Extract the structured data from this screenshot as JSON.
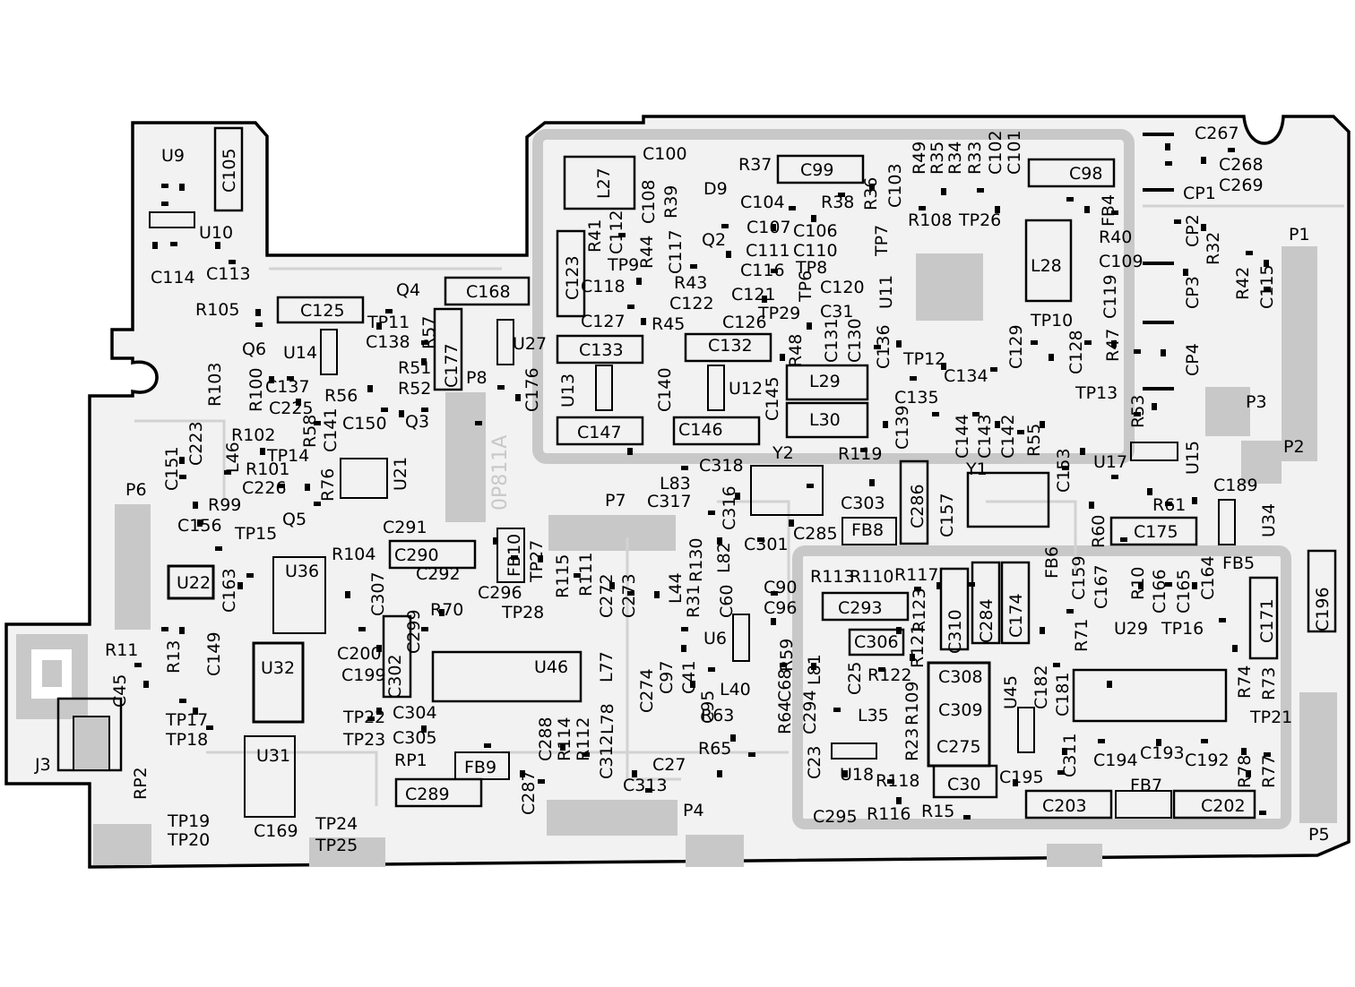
{
  "board_marking": "0P811A",
  "components": [
    {
      "ref": "U9"
    },
    {
      "ref": "C105",
      "rot": -90
    },
    {
      "ref": "U10"
    },
    {
      "ref": "C114"
    },
    {
      "ref": "C113"
    },
    {
      "ref": "R105"
    },
    {
      "ref": "C125"
    },
    {
      "ref": "Q4"
    },
    {
      "ref": "C168"
    },
    {
      "ref": "TP11"
    },
    {
      "ref": "Q6"
    },
    {
      "ref": "U14"
    },
    {
      "ref": "C138"
    },
    {
      "ref": "R57",
      "rot": -90
    },
    {
      "ref": "U27"
    },
    {
      "ref": "R51"
    },
    {
      "ref": "R52"
    },
    {
      "ref": "C177",
      "rot": -90
    },
    {
      "ref": "P8"
    },
    {
      "ref": "C176",
      "rot": -90
    },
    {
      "ref": "R103",
      "rot": -90
    },
    {
      "ref": "R100",
      "rot": -90
    },
    {
      "ref": "C137"
    },
    {
      "ref": "C225"
    },
    {
      "ref": "R56"
    },
    {
      "ref": "C150"
    },
    {
      "ref": "Q3"
    },
    {
      "ref": "R58",
      "rot": -90
    },
    {
      "ref": "C141",
      "rot": -90
    },
    {
      "ref": "C223",
      "rot": -90
    },
    {
      "ref": "R102"
    },
    {
      "ref": "C151",
      "rot": -90
    },
    {
      "ref": "L46",
      "rot": -90
    },
    {
      "ref": "TP14"
    },
    {
      "ref": "R101"
    },
    {
      "ref": "C226"
    },
    {
      "ref": "R76",
      "rot": -90
    },
    {
      "ref": "U21",
      "rot": -90
    },
    {
      "ref": "R99"
    },
    {
      "ref": "P6"
    },
    {
      "ref": "C156"
    },
    {
      "ref": "Q5"
    },
    {
      "ref": "TP15"
    },
    {
      "ref": "R104"
    },
    {
      "ref": "C291"
    },
    {
      "ref": "C290"
    },
    {
      "ref": "C292"
    },
    {
      "ref": "FB10",
      "rot": -90
    },
    {
      "ref": "TP27",
      "rot": -90
    },
    {
      "ref": "U22"
    },
    {
      "ref": "U36"
    },
    {
      "ref": "C163",
      "rot": -90
    },
    {
      "ref": "C307",
      "rot": -90
    },
    {
      "ref": "C299",
      "rot": -90
    },
    {
      "ref": "R70"
    },
    {
      "ref": "C296"
    },
    {
      "ref": "R115",
      "rot": -90
    },
    {
      "ref": "R111",
      "rot": -90
    },
    {
      "ref": "C272",
      "rot": -90
    },
    {
      "ref": "C273",
      "rot": -90
    },
    {
      "ref": "TP28"
    },
    {
      "ref": "R11"
    },
    {
      "ref": "R13",
      "rot": -90
    },
    {
      "ref": "C149",
      "rot": -90
    },
    {
      "ref": "U32"
    },
    {
      "ref": "C200"
    },
    {
      "ref": "C199"
    },
    {
      "ref": "C302",
      "rot": -90
    },
    {
      "ref": "U46"
    },
    {
      "ref": "L77",
      "rot": -90
    },
    {
      "ref": "C45",
      "rot": -90
    },
    {
      "ref": "TP17"
    },
    {
      "ref": "TP18"
    },
    {
      "ref": "TP22"
    },
    {
      "ref": "TP23"
    },
    {
      "ref": "C304"
    },
    {
      "ref": "C305"
    },
    {
      "ref": "L78",
      "rot": -90
    },
    {
      "ref": "C274",
      "rot": -90
    },
    {
      "ref": "J3"
    },
    {
      "ref": "U31"
    },
    {
      "ref": "RP2",
      "rot": -90
    },
    {
      "ref": "RP1"
    },
    {
      "ref": "FB9"
    },
    {
      "ref": "C288",
      "rot": -90
    },
    {
      "ref": "R114",
      "rot": -90
    },
    {
      "ref": "R112",
      "rot": -90
    },
    {
      "ref": "C312",
      "rot": -90
    },
    {
      "ref": "C27"
    },
    {
      "ref": "C289"
    },
    {
      "ref": "C287",
      "rot": -90
    },
    {
      "ref": "C313"
    },
    {
      "ref": "TP19"
    },
    {
      "ref": "TP20"
    },
    {
      "ref": "C169"
    },
    {
      "ref": "TP24"
    },
    {
      "ref": "TP25"
    },
    {
      "ref": "P4"
    },
    {
      "ref": "L27",
      "rot": -90
    },
    {
      "ref": "C100"
    },
    {
      "ref": "C108",
      "rot": -90
    },
    {
      "ref": "R39",
      "rot": -90
    },
    {
      "ref": "D9"
    },
    {
      "ref": "R37"
    },
    {
      "ref": "C99"
    },
    {
      "ref": "C104"
    },
    {
      "ref": "R38"
    },
    {
      "ref": "R36",
      "rot": -90
    },
    {
      "ref": "C103",
      "rot": -90
    },
    {
      "ref": "R49",
      "rot": -90
    },
    {
      "ref": "R35",
      "rot": -90
    },
    {
      "ref": "R34",
      "rot": -90
    },
    {
      "ref": "R33",
      "rot": -90
    },
    {
      "ref": "C102",
      "rot": -90
    },
    {
      "ref": "C101",
      "rot": -90
    },
    {
      "ref": "C98"
    },
    {
      "ref": "FB4",
      "rot": -90
    },
    {
      "ref": "R41",
      "rot": -90
    },
    {
      "ref": "C112",
      "rot": -90
    },
    {
      "ref": "R44",
      "rot": -90
    },
    {
      "ref": "C117",
      "rot": -90
    },
    {
      "ref": "Q2"
    },
    {
      "ref": "C107"
    },
    {
      "ref": "C106"
    },
    {
      "ref": "R108"
    },
    {
      "ref": "TP26"
    },
    {
      "ref": "R40"
    },
    {
      "ref": "C111"
    },
    {
      "ref": "C110"
    },
    {
      "ref": "TP7",
      "rot": -90
    },
    {
      "ref": "C123",
      "rot": -90
    },
    {
      "ref": "TP9"
    },
    {
      "ref": "C116"
    },
    {
      "ref": "TP8"
    },
    {
      "ref": "C109"
    },
    {
      "ref": "L28"
    },
    {
      "ref": "C118"
    },
    {
      "ref": "R43"
    },
    {
      "ref": "C121"
    },
    {
      "ref": "TP6",
      "rot": -90
    },
    {
      "ref": "C120"
    },
    {
      "ref": "U11",
      "rot": -90
    },
    {
      "ref": "C119",
      "rot": -90
    },
    {
      "ref": "C122"
    },
    {
      "ref": "C127"
    },
    {
      "ref": "R45"
    },
    {
      "ref": "C126"
    },
    {
      "ref": "TP29"
    },
    {
      "ref": "C31"
    },
    {
      "ref": "TP10"
    },
    {
      "ref": "C133"
    },
    {
      "ref": "C132"
    },
    {
      "ref": "R48",
      "rot": -90
    },
    {
      "ref": "C131",
      "rot": -90
    },
    {
      "ref": "C130",
      "rot": -90
    },
    {
      "ref": "C136",
      "rot": -90
    },
    {
      "ref": "C129",
      "rot": -90
    },
    {
      "ref": "C128",
      "rot": -90
    },
    {
      "ref": "R47",
      "rot": -90
    },
    {
      "ref": "TP12"
    },
    {
      "ref": "U13",
      "rot": -90
    },
    {
      "ref": "C140",
      "rot": -90
    },
    {
      "ref": "U12"
    },
    {
      "ref": "L29"
    },
    {
      "ref": "C134"
    },
    {
      "ref": "C145",
      "rot": -90
    },
    {
      "ref": "C135"
    },
    {
      "ref": "TP13"
    },
    {
      "ref": "C147"
    },
    {
      "ref": "C146"
    },
    {
      "ref": "L30"
    },
    {
      "ref": "C139",
      "rot": -90
    },
    {
      "ref": "C144",
      "rot": -90
    },
    {
      "ref": "C143",
      "rot": -90
    },
    {
      "ref": "C142",
      "rot": -90
    },
    {
      "ref": "R55",
      "rot": -90
    },
    {
      "ref": "R53",
      "rot": -90
    },
    {
      "ref": "Y2"
    },
    {
      "ref": "R119"
    },
    {
      "ref": "C318"
    },
    {
      "ref": "L83"
    },
    {
      "ref": "C317"
    },
    {
      "ref": "C316",
      "rot": -90
    },
    {
      "ref": "P7"
    },
    {
      "ref": "Y1"
    },
    {
      "ref": "C153",
      "rot": -90
    },
    {
      "ref": "U17"
    },
    {
      "ref": "U15",
      "rot": -90
    },
    {
      "ref": "C303"
    },
    {
      "ref": "C286",
      "rot": -90
    },
    {
      "ref": "C157",
      "rot": -90
    },
    {
      "ref": "R61"
    },
    {
      "ref": "C189"
    },
    {
      "ref": "FB8"
    },
    {
      "ref": "C285"
    },
    {
      "ref": "C301"
    },
    {
      "ref": "R130",
      "rot": -90
    },
    {
      "ref": "L82",
      "rot": -90
    },
    {
      "ref": "R60",
      "rot": -90
    },
    {
      "ref": "C175"
    },
    {
      "ref": "U34",
      "rot": -90
    },
    {
      "ref": "R113"
    },
    {
      "ref": "R110"
    },
    {
      "ref": "R117"
    },
    {
      "ref": "FB6",
      "rot": -90
    },
    {
      "ref": "C159",
      "rot": -90
    },
    {
      "ref": "C167",
      "rot": -90
    },
    {
      "ref": "R10",
      "rot": -90
    },
    {
      "ref": "C166",
      "rot": -90
    },
    {
      "ref": "C165",
      "rot": -90
    },
    {
      "ref": "C164",
      "rot": -90
    },
    {
      "ref": "FB5"
    },
    {
      "ref": "C196",
      "rot": -90
    },
    {
      "ref": "L44",
      "rot": -90
    },
    {
      "ref": "R31",
      "rot": -90
    },
    {
      "ref": "C60",
      "rot": -90
    },
    {
      "ref": "C90"
    },
    {
      "ref": "C96"
    },
    {
      "ref": "C293"
    },
    {
      "ref": "R123",
      "rot": -90
    },
    {
      "ref": "C310",
      "rot": -90
    },
    {
      "ref": "C284",
      "rot": -90
    },
    {
      "ref": "C174",
      "rot": -90
    },
    {
      "ref": "R71",
      "rot": -90
    },
    {
      "ref": "U29"
    },
    {
      "ref": "TP16"
    },
    {
      "ref": "C171",
      "rot": -90
    },
    {
      "ref": "U6"
    },
    {
      "ref": "R59",
      "rot": -90
    },
    {
      "ref": "C306"
    },
    {
      "ref": "R121",
      "rot": -90
    },
    {
      "ref": "C97",
      "rot": -90
    },
    {
      "ref": "C41",
      "rot": -90
    },
    {
      "ref": "L81",
      "rot": -90
    },
    {
      "ref": "C25",
      "rot": -90
    },
    {
      "ref": "R122"
    },
    {
      "ref": "C308"
    },
    {
      "ref": "C182",
      "rot": -90
    },
    {
      "ref": "C181",
      "rot": -90
    },
    {
      "ref": "R74",
      "rot": -90
    },
    {
      "ref": "R73",
      "rot": -90
    },
    {
      "ref": "C68",
      "rot": -90
    },
    {
      "ref": "L40"
    },
    {
      "ref": "C95",
      "rot": -90
    },
    {
      "ref": "R63"
    },
    {
      "ref": "R64",
      "rot": -90
    },
    {
      "ref": "C294",
      "rot": -90
    },
    {
      "ref": "L35"
    },
    {
      "ref": "R109",
      "rot": -90
    },
    {
      "ref": "C309"
    },
    {
      "ref": "U45",
      "rot": -90
    },
    {
      "ref": "TP21"
    },
    {
      "ref": "R65"
    },
    {
      "ref": "C275"
    },
    {
      "ref": "R23",
      "rot": -90
    },
    {
      "ref": "C311",
      "rot": -90
    },
    {
      "ref": "C194"
    },
    {
      "ref": "C193"
    },
    {
      "ref": "C192"
    },
    {
      "ref": "R78",
      "rot": -90
    },
    {
      "ref": "R77",
      "rot": -90
    },
    {
      "ref": "C23",
      "rot": -90
    },
    {
      "ref": "U18"
    },
    {
      "ref": "R118"
    },
    {
      "ref": "C195"
    },
    {
      "ref": "C30"
    },
    {
      "ref": "FB7"
    },
    {
      "ref": "C295"
    },
    {
      "ref": "R116"
    },
    {
      "ref": "R15"
    },
    {
      "ref": "C203"
    },
    {
      "ref": "C202"
    },
    {
      "ref": "P5"
    },
    {
      "ref": "C267"
    },
    {
      "ref": "C268"
    },
    {
      "ref": "C269"
    },
    {
      "ref": "CP1"
    },
    {
      "ref": "CP2",
      "rot": -90
    },
    {
      "ref": "R32",
      "rot": -90
    },
    {
      "ref": "P1"
    },
    {
      "ref": "R42",
      "rot": -90
    },
    {
      "ref": "C115",
      "rot": -90
    },
    {
      "ref": "CP3",
      "rot": -90
    },
    {
      "ref": "CP4",
      "rot": -90
    },
    {
      "ref": "P3"
    },
    {
      "ref": "P2"
    }
  ]
}
